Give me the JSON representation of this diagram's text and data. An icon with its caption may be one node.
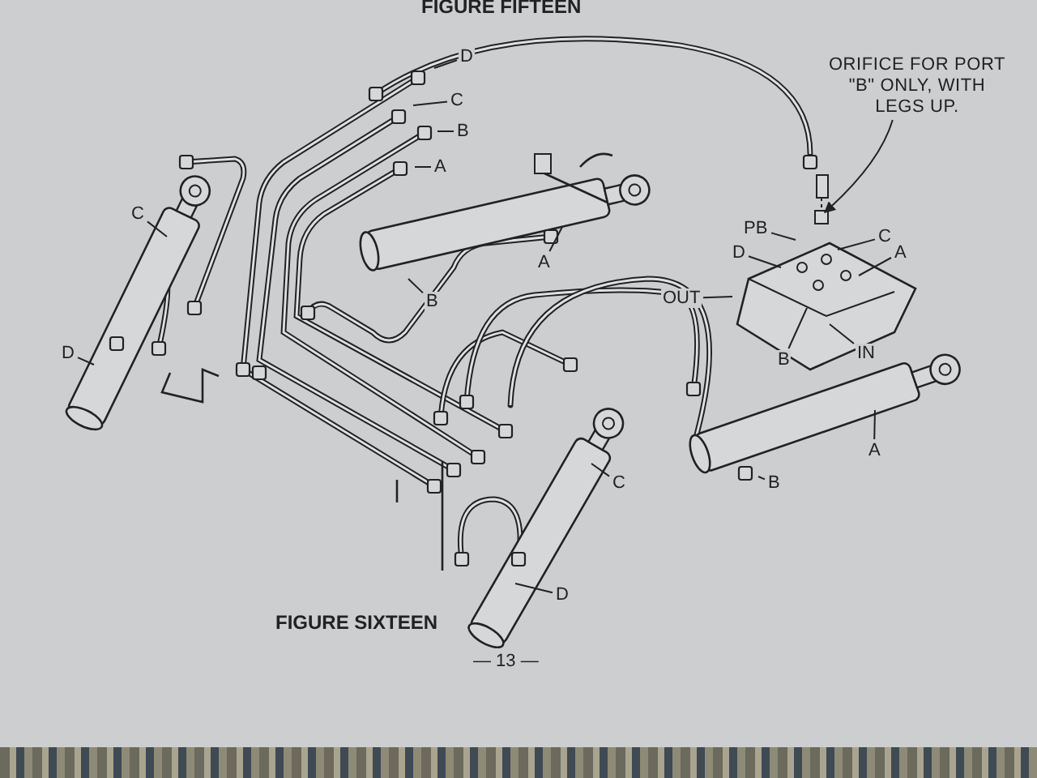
{
  "diagram": {
    "nodes": [
      {
        "text": [
          "D"
        ]
      },
      {
        "text": [
          "C"
        ]
      },
      {
        "text": [
          "B"
        ]
      },
      {
        "text": [
          "A"
        ]
      },
      {
        "text": [
          "ORIFICE FOR PORT \"B\" ONLY, WITH LEGS UP."
        ]
      },
      {
        "text": [
          "C"
        ]
      },
      {
        "text": [
          "PB"
        ]
      },
      {
        "text": [
          "C"
        ]
      },
      {
        "text": [
          "D"
        ]
      },
      {
        "text": [
          "A"
        ]
      },
      {
        "text": [
          "A"
        ]
      },
      {
        "text": [
          "B"
        ]
      },
      {
        "text": [
          "OUT"
        ]
      },
      {
        "text": [
          "B"
        ]
      },
      {
        "text": [
          "IN"
        ]
      },
      {
        "text": [
          "D"
        ]
      },
      {
        "text": [
          "C"
        ]
      },
      {
        "text": [
          "B"
        ]
      },
      {
        "text": [
          "A"
        ]
      },
      {
        "text": [
          "D"
        ]
      }
    ],
    "edges": [
      {
        "from": 0,
        "to": null,
        "arrow": "none"
      },
      {
        "from": 1,
        "to": null,
        "arrow": "none"
      },
      {
        "from": 2,
        "to": null,
        "arrow": "none"
      },
      {
        "from": 3,
        "to": null,
        "arrow": "none"
      },
      {
        "from": 4,
        "to": null,
        "arrow": "to"
      },
      {
        "from": 5,
        "to": null,
        "arrow": "none"
      },
      {
        "from": 6,
        "to": null,
        "arrow": "none"
      },
      {
        "from": 7,
        "to": null,
        "arrow": "none"
      },
      {
        "from": 8,
        "to": null,
        "arrow": "none"
      },
      {
        "from": 9,
        "to": null,
        "arrow": "none"
      },
      {
        "from": 10,
        "to": null,
        "arrow": "none"
      },
      {
        "from": 11,
        "to": null,
        "arrow": "none"
      },
      {
        "from": 12,
        "to": null,
        "arrow": "none"
      },
      {
        "from": 13,
        "to": null,
        "arrow": "none"
      },
      {
        "from": 14,
        "to": null,
        "arrow": "none"
      },
      {
        "from": 15,
        "to": null,
        "arrow": "none"
      },
      {
        "from": 16,
        "to": null,
        "arrow": "none"
      },
      {
        "from": 17,
        "to": null,
        "arrow": "none"
      },
      {
        "from": 18,
        "to": null,
        "arrow": "none"
      },
      {
        "from": 19,
        "to": null,
        "arrow": "none"
      }
    ],
    "labels": [
      "FIGURE FIFTEEN",
      "FIGURE SIXTEEN",
      "— 13 —"
    ]
  }
}
